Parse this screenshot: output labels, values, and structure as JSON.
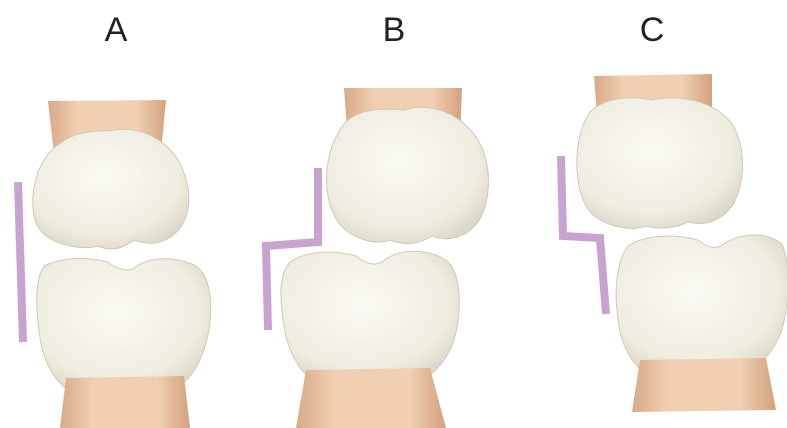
{
  "panels": [
    {
      "label": "A",
      "profile": "straight"
    },
    {
      "label": "B",
      "profile": "step-forward"
    },
    {
      "label": "C",
      "profile": "step-back"
    }
  ],
  "colors": {
    "crown": "#f1efe4",
    "crown_shade": "#d8d4c4",
    "root": "#e8c3a3",
    "root_shade": "#cf9d78",
    "profile_line": "#c9a3cf",
    "label": "#222222"
  }
}
